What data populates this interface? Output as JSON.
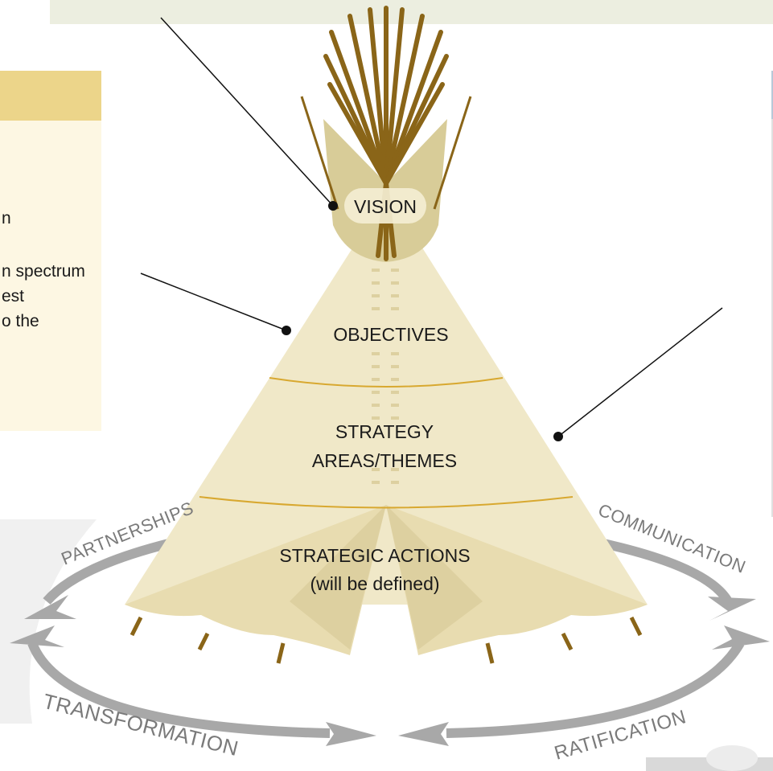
{
  "tipi": {
    "vision": "VISION",
    "objectives": "OBJECTIVES",
    "strategy_line1": "STRATEGY",
    "strategy_line2": "AREAS/THEMES",
    "actions_line1": "STRATEGIC ACTIONS",
    "actions_line2": "(will be defined)"
  },
  "cycle": {
    "partnerships": "PARTNERSHIPS",
    "communication": "COMMUNICATION",
    "transformation": "TRANSFORMATION",
    "ratification": "RATIFICATION"
  },
  "left_panel": {
    "fragments": [
      "n",
      "n spectrum",
      "est",
      "o the"
    ]
  },
  "colors": {
    "canvas": "#f0e8c8",
    "canvas_dark": "#ddd0a0",
    "pole": "#8a6518",
    "band_line": "#d8a830",
    "arrow_gray": "#a8a8a8",
    "panel_bg": "#fdf7e3",
    "panel_header": "#ecd58a",
    "top_bar": "#eceee0"
  }
}
